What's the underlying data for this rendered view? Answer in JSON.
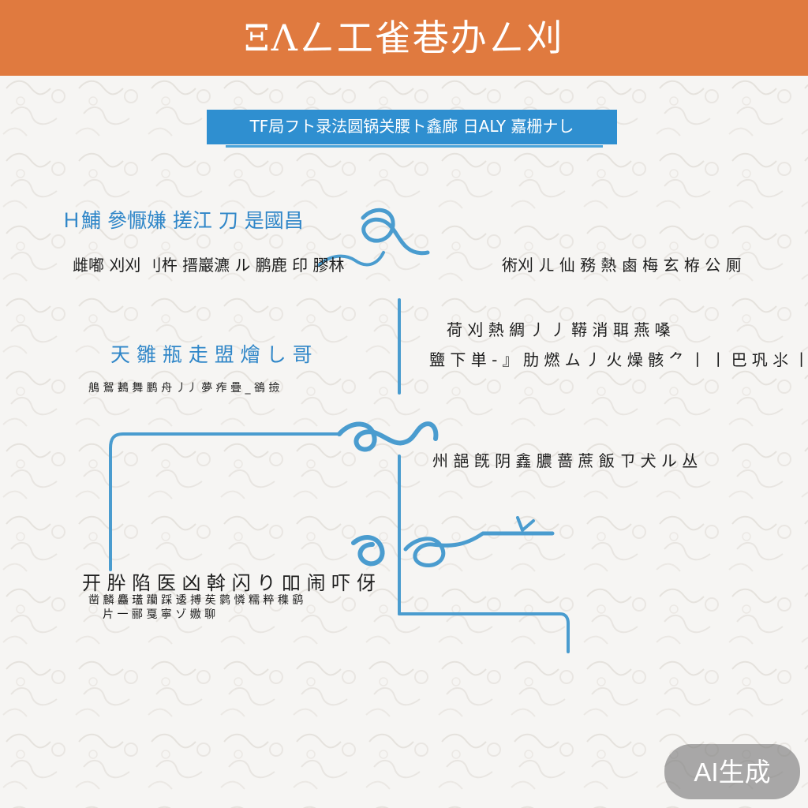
{
  "header": {
    "title": "ΞΛㄥ工雀巷办ㄥ刈",
    "color": "#e07a3f"
  },
  "banner": {
    "text": "TF局フト录法圆锅关腰ト鑫廊 日ALY 嘉栅ナし",
    "color": "#2f8fd0"
  },
  "left_section": {
    "line_1": "Ｈ鯆 參懨嫌 搓江 刀 是國昌",
    "line_2": "雌嘟 刈刈 刂杵 搢巖瀌 ル 鹏鹿 印 膠林",
    "line_3": "天 雛 瓶 走 盟 燴 し 哥",
    "line_4": "鵃 鴽 鶈 舞 鹏 舟 丿丿 夢 痄 疊 _ 鵒 撿"
  },
  "right_section": {
    "line_1": "術刈 ㄦ 仙 務 熱 鹵 梅 玄 栫 公 厠",
    "line_2": "荷 刈 熱 綢 丿 丿 鞯 消 聑 燕 嗓",
    "line_3": "鹽 下 単 - 』 肋 燃 ム 丿 火 燥 骸 ⺈ 丨 丨 巴 巩 ⺢ 丨 掦",
    "line_4": "州 郶 旣 阴 鑫 膿 蔷 蔗 飯 ㄗ 犬 ル 丛"
  },
  "bottom_section": {
    "line_1": "开 肸 陷 医 凶 斡 闪 り 吅 闹 吓 伢",
    "line_2": "凿 麟 麤 瓂 躪 踩 逶 搏 苵 鹲 憐 糯 粹 穕 鹞",
    "line_3": "片 一 郦 戛 寧 ゾ 嫐 聊"
  },
  "badge": {
    "text": "AI生成"
  },
  "colors": {
    "accent_orange": "#e07a3f",
    "accent_blue": "#2f8fd0",
    "line_blue": "#4a9ccf",
    "text_dark": "#1d1d1d"
  }
}
